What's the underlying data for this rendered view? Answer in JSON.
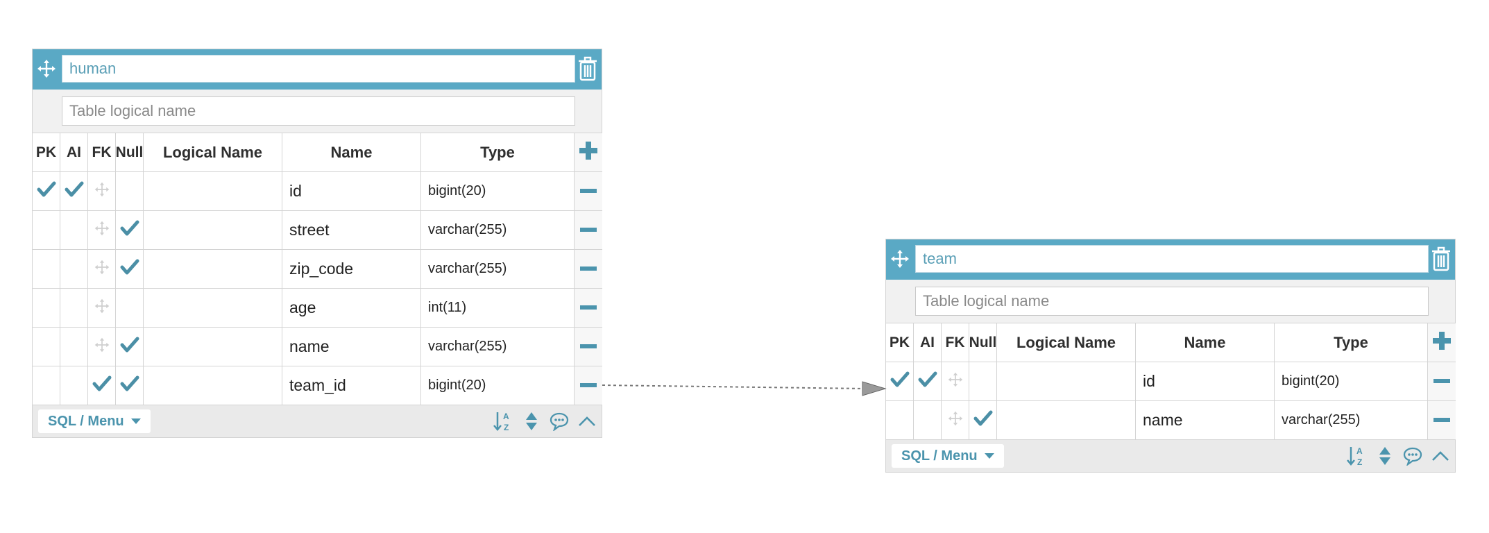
{
  "colors": {
    "header": "#5aa9c5",
    "accent": "#4b94ad",
    "check": "#4b8fa6"
  },
  "columns": {
    "pk": "PK",
    "ai": "AI",
    "fk": "FK",
    "null": "Null",
    "logical": "Logical Name",
    "name": "Name",
    "type": "Type"
  },
  "tables": [
    {
      "name": "human",
      "logical_placeholder": "Table logical name",
      "rows": [
        {
          "pk": true,
          "ai": true,
          "fk": false,
          "null": false,
          "logical": "",
          "name": "id",
          "type": "bigint(20)"
        },
        {
          "pk": false,
          "ai": false,
          "fk": false,
          "null": true,
          "logical": "",
          "name": "street",
          "type": "varchar(255)"
        },
        {
          "pk": false,
          "ai": false,
          "fk": false,
          "null": true,
          "logical": "",
          "name": "zip_code",
          "type": "varchar(255)"
        },
        {
          "pk": false,
          "ai": false,
          "fk": false,
          "null": false,
          "logical": "",
          "name": "age",
          "type": "int(11)"
        },
        {
          "pk": false,
          "ai": false,
          "fk": false,
          "null": true,
          "logical": "",
          "name": "name",
          "type": "varchar(255)"
        },
        {
          "pk": false,
          "ai": false,
          "fk": true,
          "null": true,
          "logical": "",
          "name": "team_id",
          "type": "bigint(20)"
        }
      ],
      "footer": {
        "menu_label": "SQL / Menu",
        "icons": [
          "sort-alpha-icon",
          "reorder-icon",
          "comment-icon",
          "collapse-icon"
        ]
      }
    },
    {
      "name": "team",
      "logical_placeholder": "Table logical name",
      "rows": [
        {
          "pk": true,
          "ai": true,
          "fk": false,
          "null": false,
          "logical": "",
          "name": "id",
          "type": "bigint(20)"
        },
        {
          "pk": false,
          "ai": false,
          "fk": false,
          "null": true,
          "logical": "",
          "name": "name",
          "type": "varchar(255)"
        }
      ],
      "footer": {
        "menu_label": "SQL / Menu",
        "icons": [
          "sort-alpha-icon",
          "reorder-icon",
          "comment-icon",
          "collapse-icon"
        ]
      }
    }
  ],
  "relation": {
    "from": "human.team_id",
    "to": "team.id",
    "line_style": "dashed"
  }
}
